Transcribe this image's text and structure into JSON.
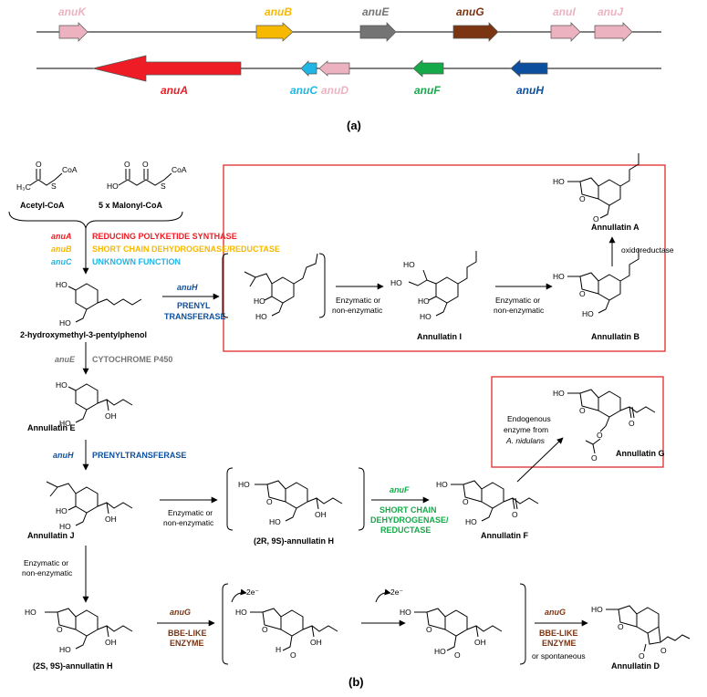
{
  "colors": {
    "anuA": "#ee1c24",
    "anuB": "#f7b800",
    "anuC": "#1fb6e6",
    "anuD": "#ecb2c0",
    "anuE": "#747474",
    "anuF": "#16a94a",
    "anuG": "#7b3513",
    "anuH": "#0c4f9e",
    "anuI": "#ecb2c0",
    "anuJ": "#ecb2c0",
    "anuK": "#ecb2c0",
    "box": "#e0292b"
  },
  "panel_a": {
    "caption": "(a)",
    "genes_row1": [
      "anuK",
      "anuB",
      "anuE",
      "anuG",
      "anuI",
      "anuJ"
    ],
    "genes_row2": [
      "anuA",
      "anuC",
      "anuD",
      "anuF",
      "anuH"
    ]
  },
  "panel_b": {
    "caption": "(b)",
    "acetyl_coa": "Acetyl-CoA",
    "malonyl_coa": "5 x  Malonyl-CoA",
    "coa": "CoA",
    "step1": [
      {
        "gene": "anuA",
        "text": "REDUCING POLYKETIDE SYNTHASE"
      },
      {
        "gene": "anuB",
        "text": "SHORT CHAIN DEHYDROGENASE/REDUCTASE"
      },
      {
        "gene": "anuC",
        "text": "UNKNOWN FUNCTION"
      }
    ],
    "phenol": "2-hydroxymethyl-3-pentylphenol",
    "anuH_prenyl_gene": "anuH",
    "prenyl_transferase_1": "PRENYL",
    "prenyl_transferase_2": "TRANSFERASE",
    "enz_or_non_1": "Enzymatic or",
    "enz_or_non_2": "non-enzymatic",
    "annullatin_I": "Annullatin I",
    "annullatin_B": "Annullatin B",
    "annullatin_A": "Annullatin A",
    "oxidoreductase": "oxidoreductase",
    "anuE_gene": "anuE",
    "cyp450": "CYTOCHROME P450",
    "annullatin_E": "Annullatin E",
    "anuH_gene": "anuH",
    "prenyltransferase": "PRENYLTRANSFERASE",
    "endogenous_1": "Endogenous",
    "endogenous_2": "enzyme from",
    "endogenous_3": "A. nidulans",
    "annullatin_G": "Annullatin G",
    "annullatin_J": "Annullatin J",
    "annullatin_H_2R9S": "(2R, 9S)-annullatin H",
    "anuF_gene": "anuF",
    "sdr_1": "SHORT CHAIN",
    "sdr_2": "DEHYDROGENASE/",
    "sdr_3": "REDUCTASE",
    "annullatin_F": "Annullatin F",
    "annullatin_H_2S9S": "(2S, 9S)-annullatin H",
    "anuG_gene": "anuG",
    "bbe_1": "BBE-LIKE",
    "bbe_2": "ENZYME",
    "two_e": "2e⁻",
    "or_spontaneous": "or spontaneous",
    "annullatin_D": "Annullatin D",
    "atoms": {
      "HO": "HO",
      "OH": "OH",
      "O": "O",
      "S": "S",
      "H": "H",
      "H3C": "H₃C"
    }
  }
}
